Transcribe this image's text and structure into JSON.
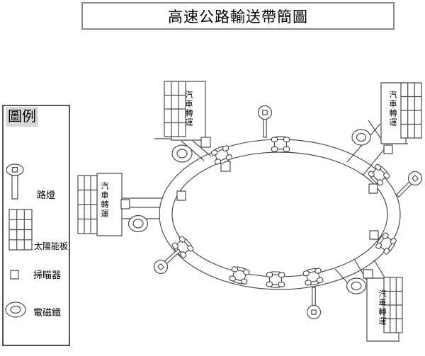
{
  "title": "高速公路輸送帶簡圖",
  "legend": {
    "header": "圖例",
    "items": [
      {
        "icon": "street-light-icon",
        "label": "路燈"
      },
      {
        "icon": "solar-panel-icon",
        "label": "太陽能板"
      },
      {
        "icon": "scanner-icon",
        "label": "掃瞄器"
      },
      {
        "icon": "electromagnet-icon",
        "label": "電磁鐵"
      }
    ]
  },
  "stations": [
    {
      "id": "top-left",
      "label": "汽車轉運"
    },
    {
      "id": "top-right",
      "label": "汽車轉運"
    },
    {
      "id": "left",
      "label": "汽車轉運"
    },
    {
      "id": "bottom-right",
      "label": "汽車轉運"
    }
  ],
  "belt": {
    "shape": "ellipse-ring",
    "cars_on_belt": 8,
    "scanners": 8,
    "electromagnets": 4,
    "street_lights": 4
  },
  "colors": {
    "diagram_line": "#4c4c4c",
    "title_border": "#8a8a8a",
    "legend_border": "#555555",
    "legend_header_bg": "#d8d8d8",
    "background": "#ffffff"
  }
}
